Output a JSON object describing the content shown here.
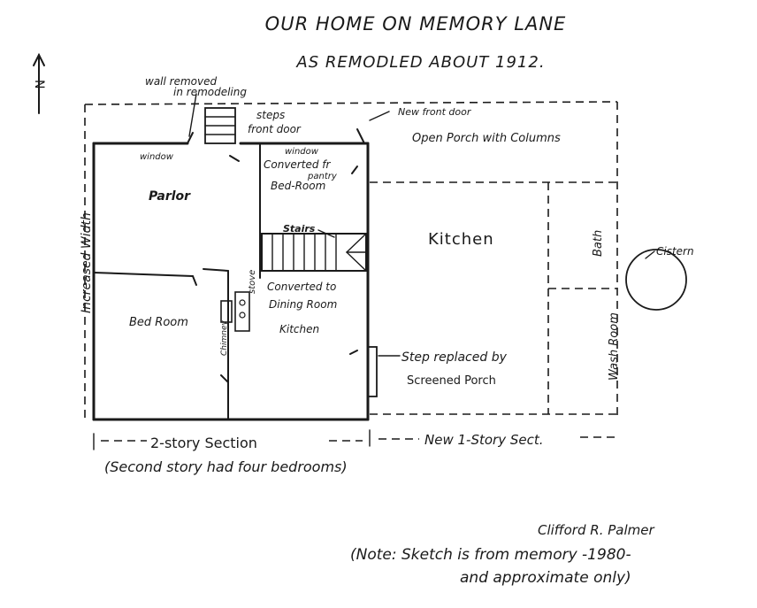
{
  "title": "OUR HOME ON MEMORY LANE",
  "subtitle": "AS REMODLED ABOUT 1912.",
  "north_label": "N",
  "labels": {
    "wall_removed_1": "wall removed",
    "wall_removed_2": "in remodeling",
    "steps": "steps",
    "front_door": "front door",
    "new_front_door": "New front door",
    "open_porch": "Open Porch with Columns",
    "window_left": "window",
    "window_right": "window",
    "converted_pantry_1": "Converted fr",
    "converted_pantry_2": "pantry",
    "bed_room_upper": "Bed-Room",
    "parlor": "Parlor",
    "stairs": "Stairs",
    "kitchen_new": "Kitchen",
    "bath": "Bath",
    "cistern": "Cistern",
    "increased_width": "Increased Width",
    "stove": "stove",
    "converted_to": "Converted to",
    "dining_room": "Dining Room",
    "kitchen_old": "Kitchen",
    "bed_room_lower": "Bed Room",
    "chimney": "Chimney",
    "step_replaced": "Step replaced by",
    "screened_porch": "Screened Porch",
    "wash_room": "Wash Room"
  },
  "sections": {
    "two_story": "2-story Section",
    "second_story_note": "(Second story had four bedrooms)",
    "new_one_story": "New 1-Story Sect."
  },
  "signature": "Clifford R. Palmer",
  "note_line1": "(Note: Sketch is from memory -1980-",
  "note_line2": "and approximate only)"
}
